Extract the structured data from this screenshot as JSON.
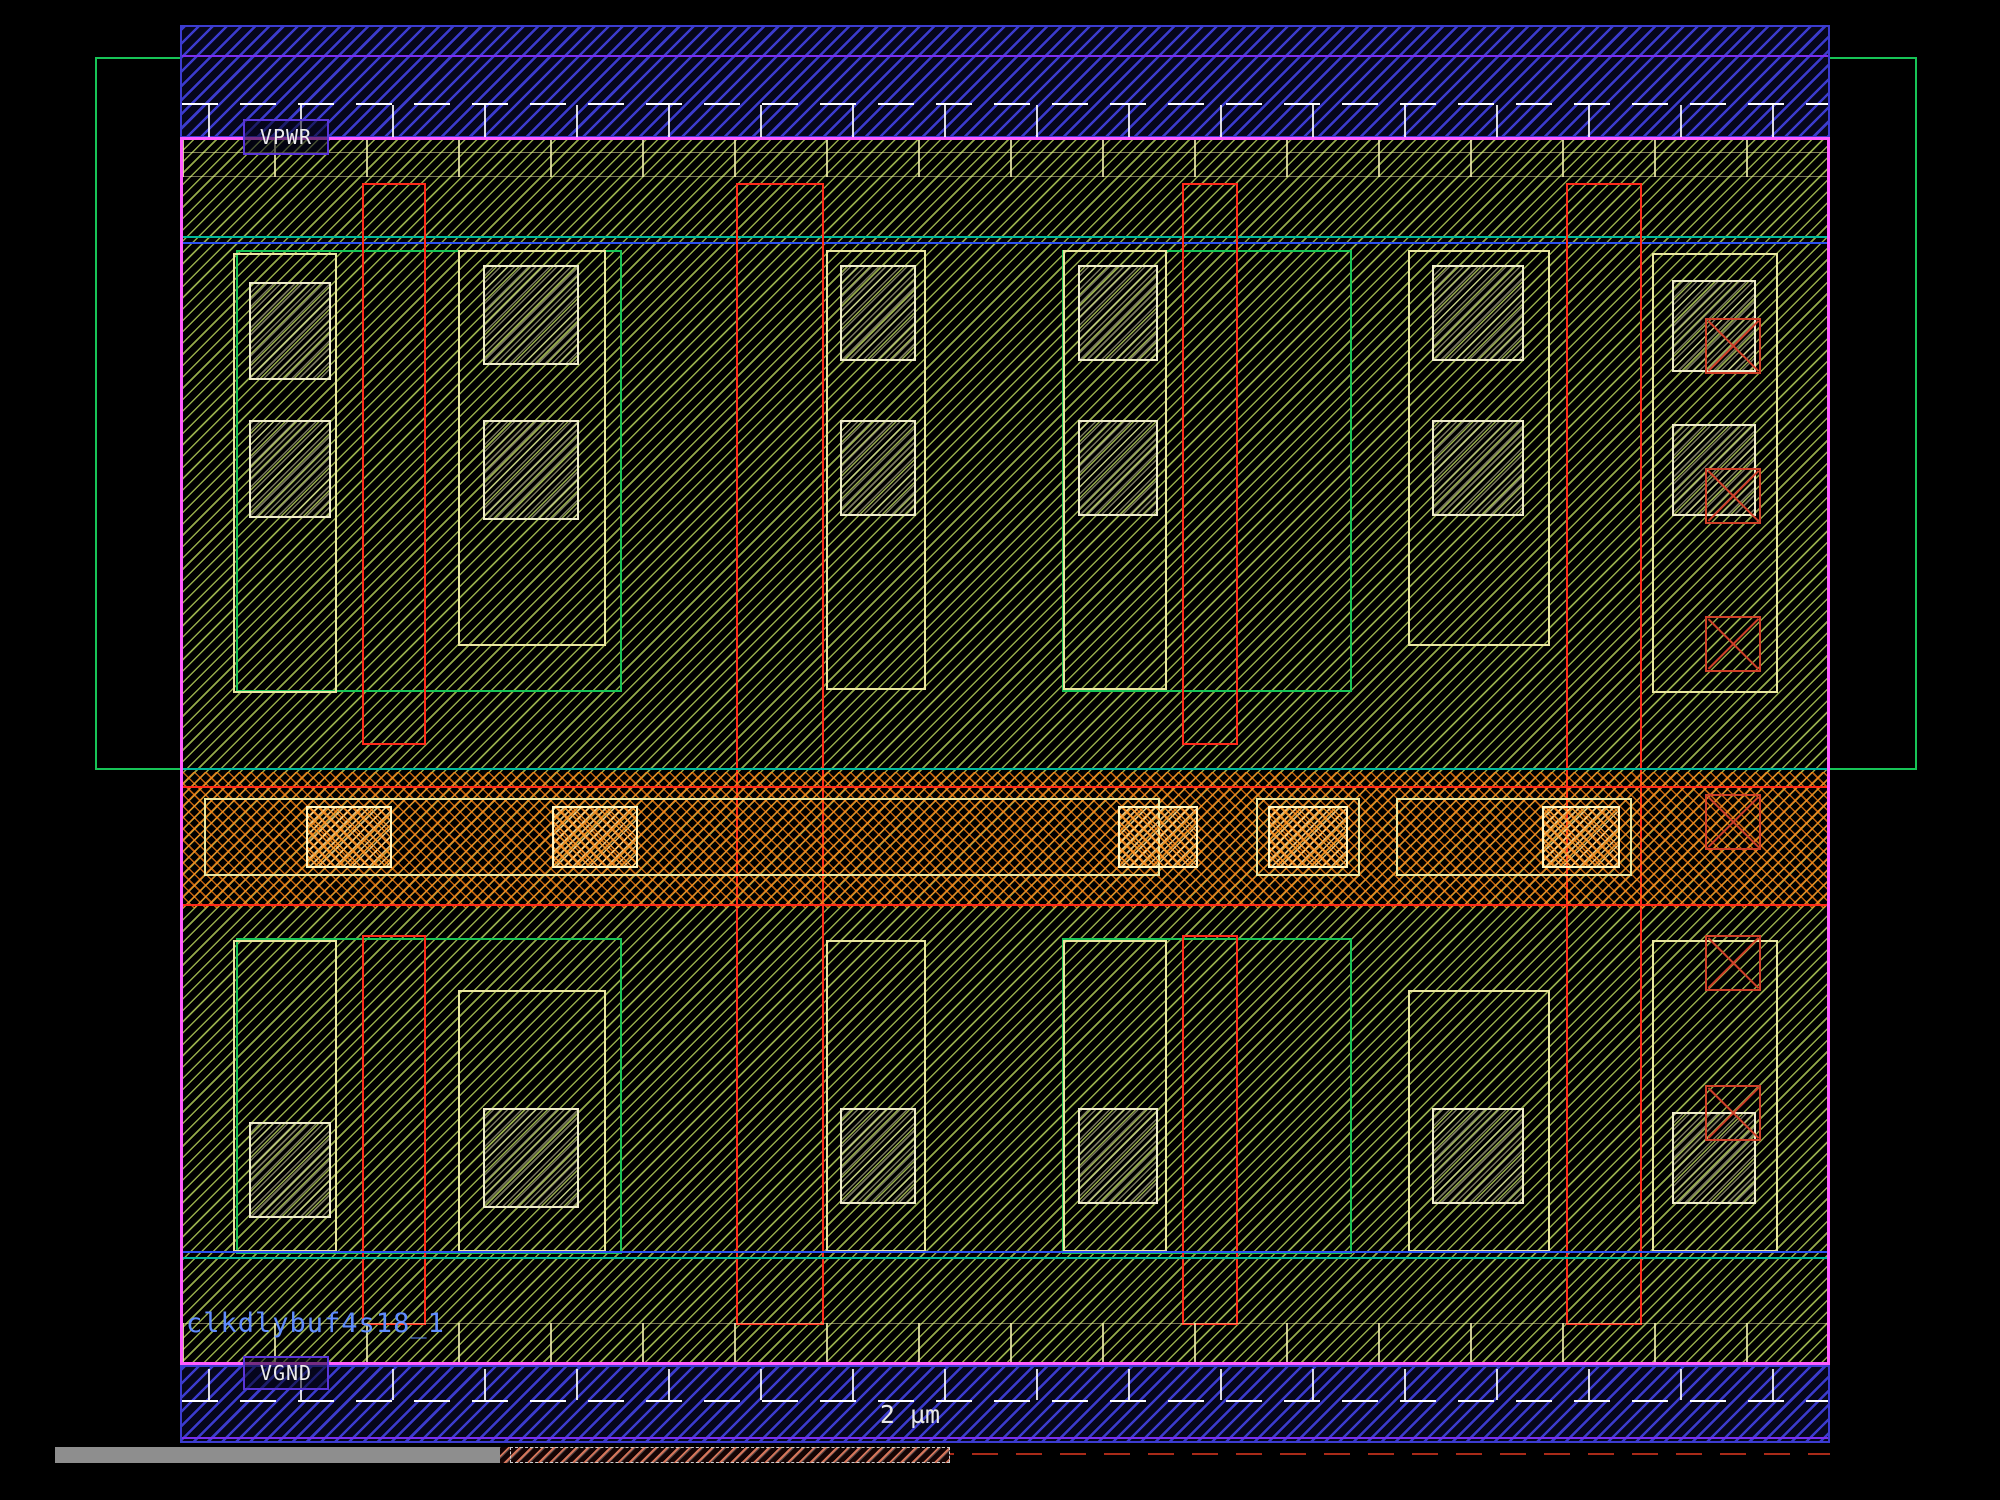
{
  "viewer": {
    "cell_name": "clkdlybuf4s18_1",
    "scale_label": "2 µm",
    "net_labels": {
      "top": "VPWR",
      "bottom": "VGND"
    }
  },
  "palette": {
    "background": "#000000",
    "cell_boundary": "#ff5cff",
    "nwell_outline": "#17c457",
    "diffusion_hatch": "#bad65c",
    "metal_rail_hatch": "#3e3ed7",
    "poly_outline": "#ff2a1a",
    "li_outline": "#e9e6a0",
    "mid_crosshatch": "#ff821e",
    "implant_line_blue": "#2b51f0",
    "implant_line_teal": "#00b89c",
    "via_marker": "#d04028",
    "violet_rail_line": "#7a2ef0",
    "cell_name_text": "#5f8cff",
    "net_label_text": "#ececec",
    "scale_text": "#e8e8e8",
    "scrollbar_thumb": "#8e8e8e"
  }
}
